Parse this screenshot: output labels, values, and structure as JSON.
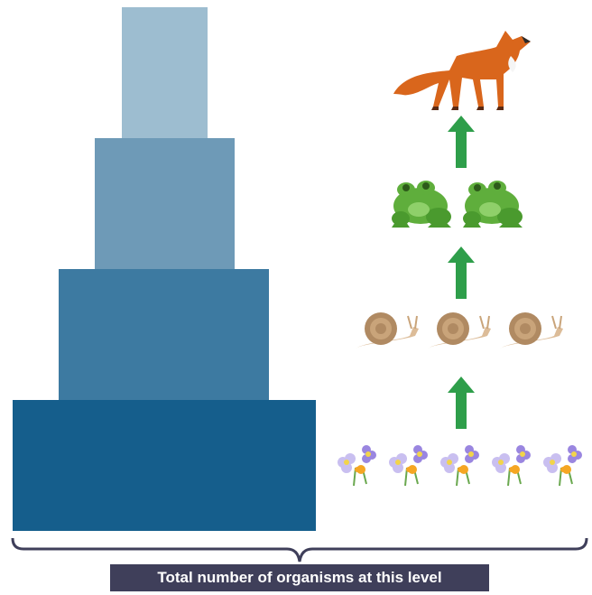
{
  "caption": "Total number of organisms at this level",
  "colors": {
    "level_1": "#155e8c",
    "level_2": "#3d7aa1",
    "level_3": "#6e9ab7",
    "level_4": "#9dbdd0",
    "arrow": "#2e9e4a",
    "caption_bg": "#3f3f5a"
  },
  "food_chain": [
    {
      "organism": "flower-icon",
      "count": 5
    },
    {
      "organism": "snail-icon",
      "count": 3
    },
    {
      "organism": "frog-icon",
      "count": 2
    },
    {
      "organism": "fox-icon",
      "count": 1
    }
  ]
}
